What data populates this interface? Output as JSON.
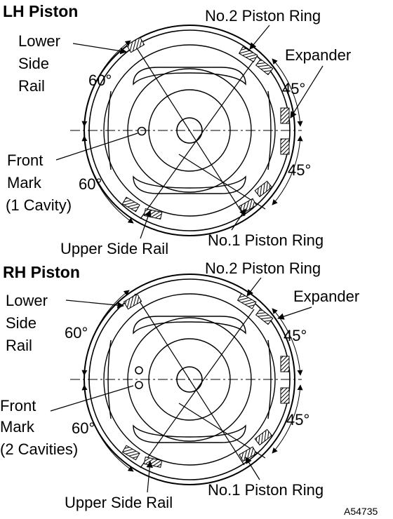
{
  "pistons": [
    {
      "title": "LH Piston",
      "labels": {
        "no2_ring": "No.2 Piston Ring",
        "lower_side_rail": [
          "Lower",
          "Side",
          "Rail"
        ],
        "expander": "Expander",
        "front_mark": [
          "Front",
          "Mark",
          "(1 Cavity)"
        ],
        "upper_side_rail": "Upper Side Rail",
        "no1_ring": "No.1 Piston Ring"
      },
      "angles": {
        "left_upper": "60°",
        "left_lower": "60°",
        "right_upper": "45°",
        "right_lower": "45°"
      },
      "front_mark_cavities": 1
    },
    {
      "title": "RH Piston",
      "labels": {
        "no2_ring": "No.2 Piston Ring",
        "lower_side_rail": [
          "Lower",
          "Side",
          "Rail"
        ],
        "expander": "Expander",
        "front_mark": [
          "Front",
          "Mark",
          "(2 Cavities)"
        ],
        "upper_side_rail": "Upper Side Rail",
        "no1_ring": "No.1 Piston Ring"
      },
      "angles": {
        "left_upper": "60°",
        "left_lower": "60°",
        "right_upper": "45°",
        "right_lower": "45°"
      },
      "front_mark_cavities": 2
    }
  ],
  "figure_code": "A54735"
}
